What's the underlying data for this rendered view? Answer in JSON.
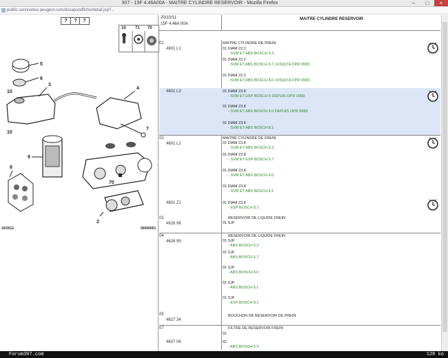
{
  "window": {
    "title": "307 - 15F 4.46A00A - MAITRE CYLINDRE RESERVOIR - Mozilla Firefox",
    "url": "public.servicebox.peugeot.com/docapv/affiche/detail.jsp?...",
    "minimize": "–",
    "maximize": "□",
    "close": "×"
  },
  "left": {
    "toolbar": [
      "?",
      "?",
      "?"
    ],
    "legend": [
      "10",
      "71",
      "70"
    ],
    "callouts": [
      "5",
      "6",
      "10",
      "3",
      "4",
      "10",
      "7",
      "9",
      "8",
      "70",
      "2"
    ],
    "footer_date": "10/2012",
    "footer_code": "00000051"
  },
  "right": {
    "header": {
      "date": "20/10/11",
      "code": "15F 4.46A 00A"
    },
    "title": "MAITRE CYLINDRE RESERVOIR",
    "blocks": [
      {
        "highlight": false,
        "c1": "01",
        "ref": "4601 L1",
        "lines": [
          {
            "t": "MAITRE CYLINDRE DE FREIN",
            "k": "b"
          },
          {
            "t": "01 DIAM 22.2",
            "k": "b"
          },
          {
            "t": "- SVM ET ABS BOSCH 5.3",
            "k": "g"
          },
          {
            "t": "01 DIAM 22.2",
            "k": "b"
          },
          {
            "t": "- SVM ET ABS BOSCH 5.7 JUSQU'A OPR 9999",
            "k": "g"
          },
          {
            "t": "01 DIAM 22.2",
            "k": "b"
          },
          {
            "t": "- SVM ET ABS BOSCH 8.0 JUSQU'A OPR 9999",
            "k": "g"
          }
        ]
      },
      {
        "highlight": true,
        "c1": "",
        "ref": "4601 L3",
        "lines": [
          {
            "t": "01 DIAM 23.8",
            "k": "b"
          },
          {
            "t": "- SVM ET ESP BOSCH 5 DEPUIS OPR 9999",
            "k": "g"
          },
          {
            "t": "01 DIAM 23.8",
            "k": "b"
          },
          {
            "t": "- SVM ET ABS BOSCH 8.0 DEPUIS OPR 9999",
            "k": "g"
          },
          {
            "t": "01 DIAM 23.8",
            "k": "b"
          },
          {
            "t": "- SVM ET ABS BOSCH 8.1",
            "k": "g"
          }
        ]
      },
      {
        "highlight": false,
        "c1": "02",
        "ref": "4601 L2",
        "lines": [
          {
            "t": "MAITRE CYLINDRE DE FREIN",
            "k": "b"
          },
          {
            "t": "01 DIAM 23.8",
            "k": "b"
          },
          {
            "t": "- SVM ET ABS BOSCH 5.3",
            "k": "g"
          },
          {
            "t": "01 DIAM 23.8",
            "k": "b"
          },
          {
            "t": "- SVM ET ESP BOSCH 5.7",
            "k": "g"
          },
          {
            "t": "01 DIAM 23.8",
            "k": "b"
          },
          {
            "t": "- SVM ET ABS BOSCH 8.0",
            "k": "g"
          },
          {
            "t": "01 DIAM 23.8",
            "k": "b"
          },
          {
            "t": "- SVM ET ABS BOSCH 8.1",
            "k": "g"
          }
        ]
      },
      {
        "highlight": false,
        "c1": "",
        "ref": "4601 Z1",
        "lines": [
          {
            "t": "01 DIAM 23.8",
            "k": "b"
          },
          {
            "t": "- ESP BOSCH 8.1",
            "k": "g"
          }
        ]
      },
      {
        "highlight": false,
        "c1": "03",
        "ref": "4626 98",
        "lines": [
          {
            "t": "RESERVOIR DE LIQUIDE FREIN",
            "k": "b"
          },
          {
            "t": "01 SJF",
            "k": "b"
          }
        ]
      },
      {
        "highlight": false,
        "c1": "04",
        "ref": "4626 99",
        "lines": [
          {
            "t": "RESERVOIR DE LIQUIDE FREIN",
            "k": "b"
          },
          {
            "t": "01 SJF",
            "k": "b"
          },
          {
            "t": "- ABS BOSCH 5.3",
            "k": "g"
          },
          {
            "t": "01 SJF",
            "k": "b"
          },
          {
            "t": "- ABS BOSCH 5.7",
            "k": "g"
          },
          {
            "t": "01 SJF",
            "k": "b"
          },
          {
            "t": "- ABS BOSCH 8.0",
            "k": "g"
          },
          {
            "t": "01 SJF",
            "k": "b"
          },
          {
            "t": "- ABS BOSCH 8.1",
            "k": "g"
          },
          {
            "t": "01 SJF",
            "k": "b"
          },
          {
            "t": "- ESP BOSCH 8.1",
            "k": "g"
          }
        ]
      },
      {
        "highlight": false,
        "c1": "05",
        "ref": "4627 34",
        "lines": [
          {
            "t": "BOUCHON DE RESERVOIR DE FREIN",
            "k": "b"
          }
        ]
      },
      {
        "highlight": false,
        "c1": "07",
        "ref": "4637 08",
        "lines": [
          {
            "t": "FILTRE DE RESERVOIR FREIN",
            "k": "b"
          },
          {
            "t": "01",
            "k": "b"
          },
          {
            "t": "01",
            "k": "b"
          },
          {
            "t": "- ABS BOSCH 5.3",
            "k": "g"
          }
        ]
      }
    ]
  },
  "status": {
    "left": "Forum307.com",
    "right": "128 ko"
  }
}
